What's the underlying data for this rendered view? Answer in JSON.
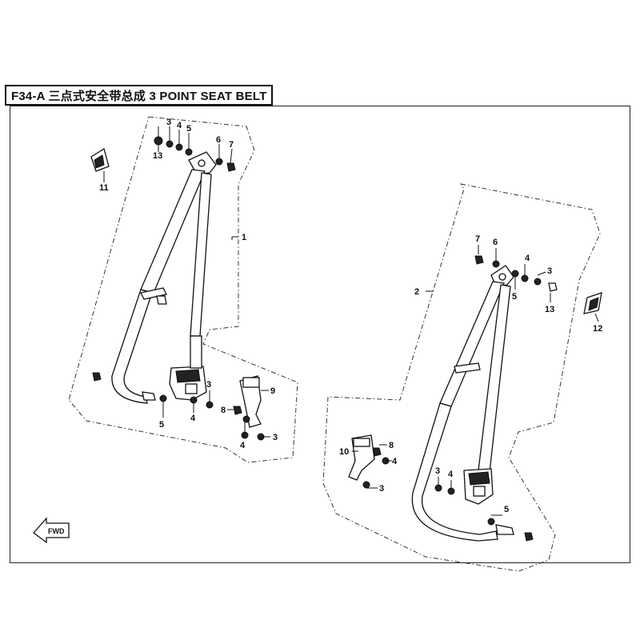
{
  "title": "F34-A  三点式安全带总成 3 POINT SEAT BELT",
  "callouts": {
    "c1": "1",
    "c2": "2",
    "c3": "3",
    "c4": "4",
    "c5": "5",
    "c6": "6",
    "c7": "7",
    "c8": "8",
    "c9": "9",
    "c10": "10",
    "c11": "11",
    "c12": "12",
    "c13": "13"
  },
  "fwd_label": "FWD"
}
